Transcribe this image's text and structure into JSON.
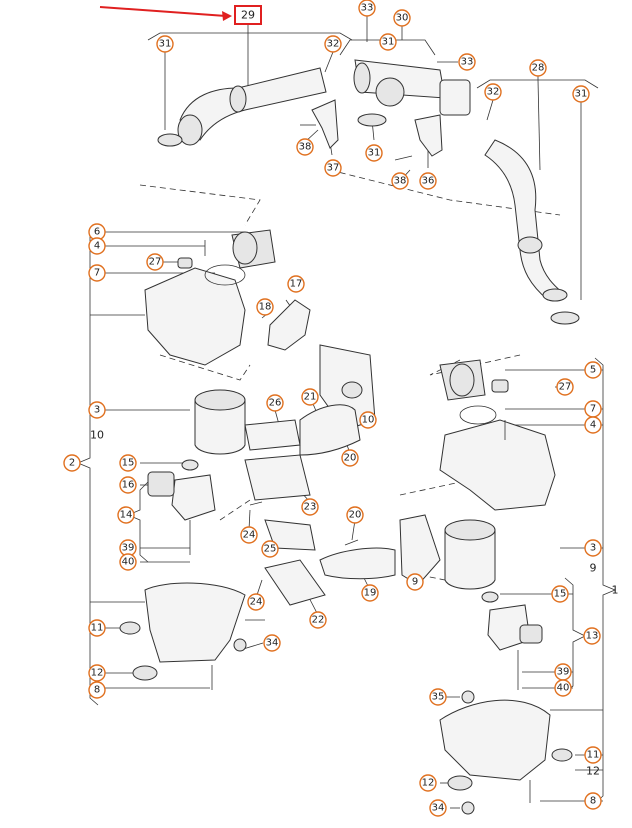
{
  "labels": {
    "l29": "29",
    "l33": "33",
    "l30": "30",
    "l31": "31",
    "l32": "32",
    "l28": "28",
    "l38": "38",
    "l37": "37",
    "l36": "36",
    "l6": "6",
    "l4": "4",
    "l27": "27",
    "l7": "7",
    "l17": "17",
    "l18": "18",
    "l3": "3",
    "l10": "10",
    "l26": "26",
    "l21": "21",
    "l20": "20",
    "l2": "2",
    "l15": "15",
    "l16": "16",
    "l14": "14",
    "l23": "23",
    "l24": "24",
    "l25": "25",
    "l39": "39",
    "l40": "40",
    "l19": "19",
    "l9": "9",
    "l22": "22",
    "l11": "11",
    "l34": "34",
    "l12": "12",
    "l8": "8",
    "l5": "5",
    "l1": "1",
    "l13": "13",
    "l35": "35"
  },
  "highlight": {
    "label": "29",
    "color": "#e02020"
  },
  "colors": {
    "badge_stroke": "#e0701f",
    "line": "#333333",
    "arrow": "#e02020"
  }
}
